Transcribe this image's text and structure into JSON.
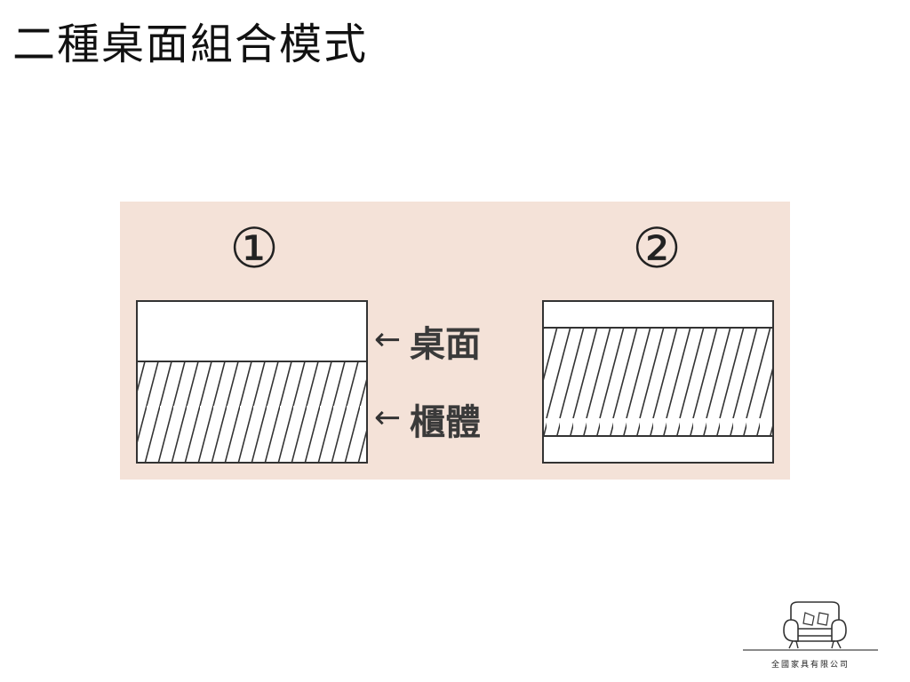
{
  "slide": {
    "title": "二種桌面組合模式"
  },
  "diagram": {
    "background_color": "#f4e2d8",
    "variant_1": {
      "marker": "①"
    },
    "variant_2": {
      "marker": "②"
    },
    "labels": {
      "top_arrow": "←",
      "top_text": "桌面",
      "bottom_arrow": "←",
      "bottom_text": "櫃體"
    }
  },
  "logo": {
    "icon": "sofa-icon",
    "caption": "全國家具有限公司"
  }
}
